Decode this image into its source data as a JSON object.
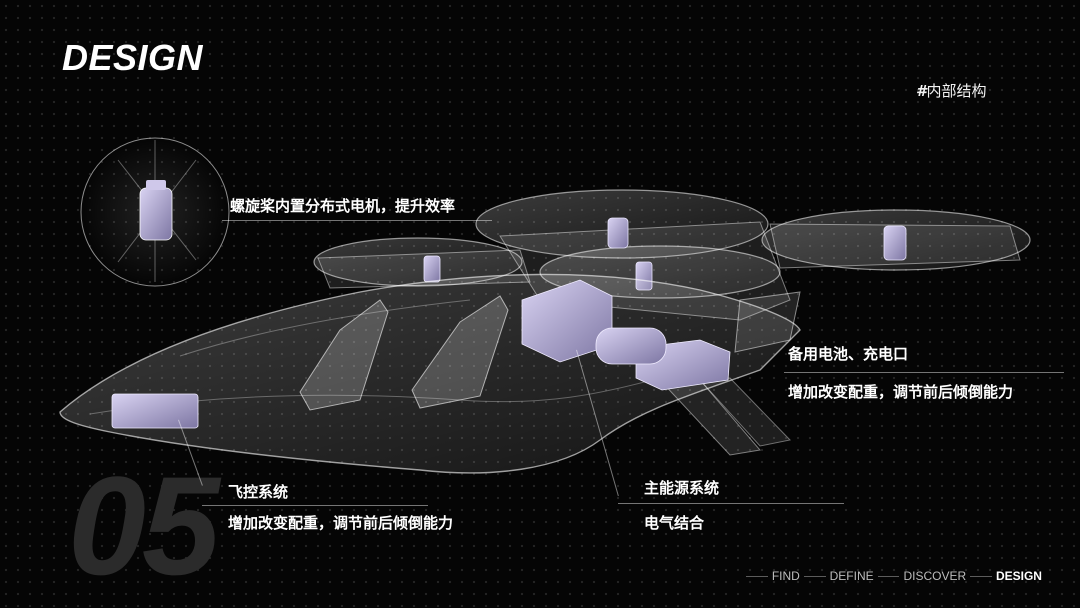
{
  "header": {
    "title": "DESIGN",
    "tag": "内部结构",
    "tag_prefix": "#"
  },
  "section_number": "05",
  "callouts": {
    "propeller": "螺旋桨内置分布式电机，提升效率",
    "battery_title": "备用电池、充电口",
    "battery_desc": "增加改变配重，调节前后倾倒能力",
    "flight_control_title": "飞控系统",
    "flight_control_desc": "增加改变配重，调节前后倾倒能力",
    "power_title": "主能源系统",
    "power_desc": "电气结合"
  },
  "nav": {
    "items": [
      "FIND",
      "DEFINE",
      "DISCOVER",
      "DESIGN"
    ],
    "active": "DESIGN"
  },
  "colors": {
    "background": "#050505",
    "accent_component": "#b9b2d6",
    "text": "#ffffff"
  }
}
